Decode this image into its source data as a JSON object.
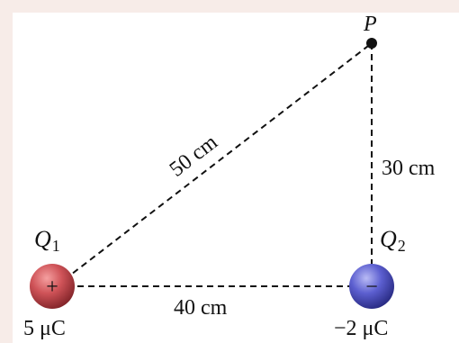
{
  "point": {
    "label": "P"
  },
  "charge1": {
    "label_main": "Q",
    "label_sub": "1",
    "sign": "+",
    "value": "5 μC",
    "color": "#c0474a"
  },
  "charge2": {
    "label_main": "Q",
    "label_sub": "2",
    "sign": "−",
    "value": "−2 μC",
    "color": "#5c5fd0"
  },
  "distances": {
    "hypotenuse": "50 cm",
    "vertical": "30 cm",
    "horizontal": "40 cm"
  }
}
